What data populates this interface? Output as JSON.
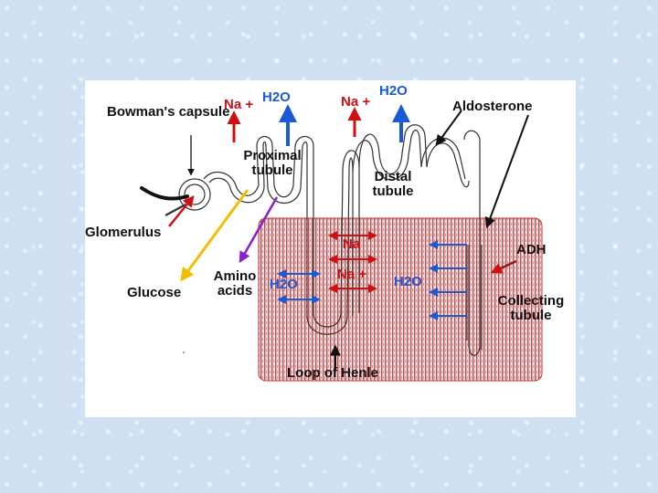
{
  "labels": {
    "bowmans_capsule": "Bowman's capsule",
    "na_proximal": "Na +",
    "h2o_proximal": "H2O",
    "na_distal": "Na +",
    "h2o_distal": "H2O",
    "aldosterone": "Aldosterone",
    "proximal_tubule": "Proximal tubule",
    "distal_tubule": "Distal tubule",
    "glomerulus": "Glomerulus",
    "adh": "ADH",
    "amino_acids": "Amino acids",
    "glucose": "Glucose",
    "na_loop_upper": "Na",
    "na_loop_lower": "Na +",
    "h2o_loop": "H2O",
    "h2o_collecting": "H2O",
    "collecting_tubule": "Collecting tubule",
    "loop_of_henle": "Loop of Henle"
  },
  "colors": {
    "sodium_arrow": "#d01010",
    "water_arrow": "#1a5ad6",
    "glucose_arrow": "#f0c000",
    "amino_acid_arrow": "#8a1ec8",
    "medulla_stripes": "#c44a4a",
    "background": "#cfe0f3"
  }
}
